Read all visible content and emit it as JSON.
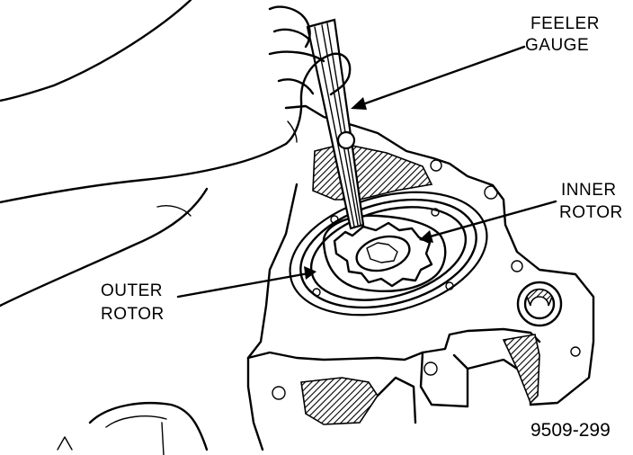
{
  "labels": {
    "feeler_gauge_line1": "FEELER",
    "feeler_gauge_line2": "GAUGE",
    "inner_rotor_line1": "INNER",
    "inner_rotor_line2": "ROTOR",
    "outer_rotor_line1": "OUTER",
    "outer_rotor_line2": "ROTOR"
  },
  "figure_number": "9509-299",
  "colors": {
    "ink": "#000000",
    "paper": "#ffffff"
  }
}
